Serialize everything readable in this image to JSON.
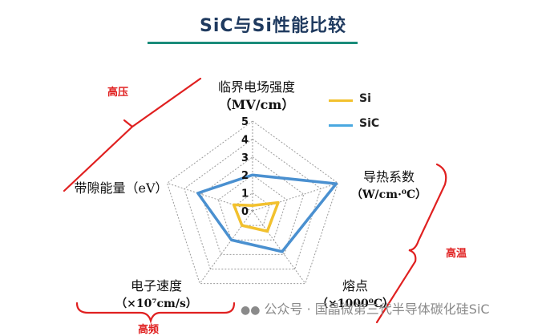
{
  "title": "SiC与Si性能比较",
  "watermark": "公众号 · 国晶微第三代半导体碳化硅SiC",
  "annotations": {
    "high_voltage": "高压",
    "high_temp": "高温",
    "high_freq": "高频"
  },
  "colors": {
    "si": "#f2c12e",
    "sic": "#4a90d0",
    "grid": "#9a9a9a",
    "brace": "#e02020",
    "title_rule": "#1a8c7a"
  },
  "chart_data": {
    "type": "radar",
    "title": "SiC与Si性能比较",
    "axes": [
      {
        "name": "临界电场强度",
        "unit": "（MV/cm）"
      },
      {
        "name": "导热系数",
        "unit": "（W/cm·⁰C）"
      },
      {
        "name": "熔点",
        "unit": "（×1000⁰C）"
      },
      {
        "name": "电子速度",
        "unit": "（×10⁷cm/s）"
      },
      {
        "name": "带隙能量（eV）",
        "unit": ""
      }
    ],
    "tick_labels": [
      "0",
      "1",
      "2",
      "3",
      "4",
      "5"
    ],
    "range": [
      0,
      5
    ],
    "series": [
      {
        "name": "Si",
        "values": [
          0.3,
          1.5,
          1.4,
          1.0,
          1.1
        ]
      },
      {
        "name": "SiC",
        "values": [
          2.0,
          4.9,
          2.8,
          2.0,
          3.2
        ]
      }
    ],
    "legend": "top-right",
    "grid": true
  }
}
